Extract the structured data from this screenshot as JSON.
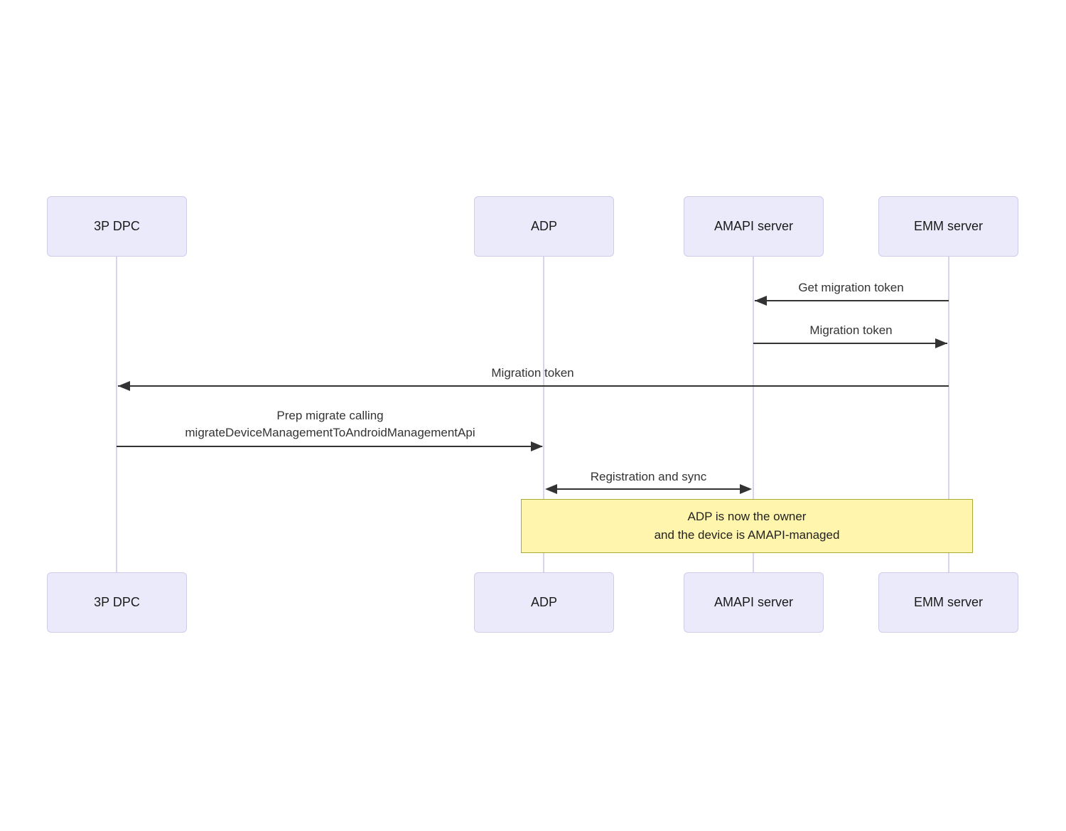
{
  "diagram_type": "sequence-diagram",
  "actors": [
    {
      "id": "3p-dpc",
      "label": "3P DPC"
    },
    {
      "id": "adp",
      "label": "ADP"
    },
    {
      "id": "amapi-server",
      "label": "AMAPI server"
    },
    {
      "id": "emm-server",
      "label": "EMM server"
    }
  ],
  "messages": [
    {
      "label": "Get migration token",
      "from": "EMM server",
      "to": "AMAPI server",
      "direction": "left"
    },
    {
      "label": "Migration token",
      "from": "AMAPI server",
      "to": "EMM server",
      "direction": "right"
    },
    {
      "label": "Migration token",
      "from": "EMM server",
      "to": "3P DPC",
      "direction": "left"
    },
    {
      "line1": "Prep migrate calling",
      "line2": "migrateDeviceManagementToAndroidManagementApi",
      "from": "3P DPC",
      "to": "ADP",
      "direction": "right"
    },
    {
      "label": "Registration and sync",
      "from": "ADP",
      "to": "AMAPI server",
      "direction": "both"
    }
  ],
  "note": {
    "line1": "ADP is now the owner",
    "line2": "and the device is AMAPI-managed",
    "spans_from": "ADP",
    "spans_to": "EMM server"
  },
  "colors": {
    "actor_fill": "#eaeafb",
    "actor_border": "#cfccea",
    "lifeline": "#d8d4f0",
    "arrow": "#333333",
    "message_text": "#333333",
    "note_fill": "#fff5ad",
    "note_border": "#aaaa33",
    "background": "#ffffff"
  }
}
